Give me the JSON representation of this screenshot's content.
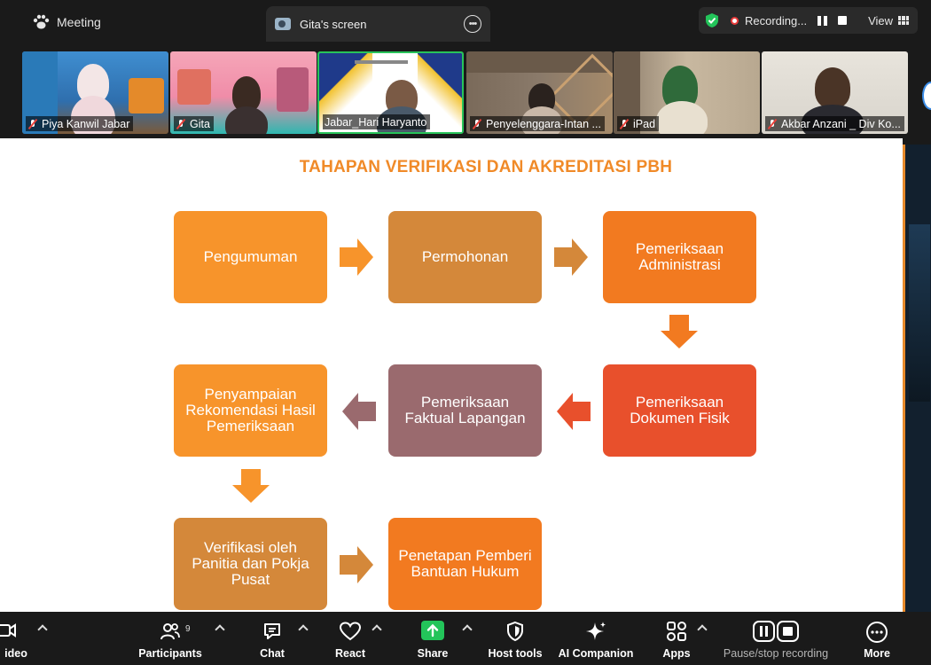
{
  "topbar": {
    "meeting_label": "Meeting",
    "screen_tab_label": "Gita's screen",
    "recording_label": "Recording...",
    "view_label": "View",
    "colors": {
      "security": "#23c45a",
      "recording": "#e83a3a"
    }
  },
  "participants_strip": [
    {
      "name": "Piya Kanwil Jabar",
      "muted": true
    },
    {
      "name": "Gita",
      "muted": true
    },
    {
      "name": "Jabar_Hari Haryanto",
      "muted": false,
      "active_speaker": true
    },
    {
      "name": "Penyelenggara-Intan ...",
      "muted": true
    },
    {
      "name": "iPad",
      "muted": true
    },
    {
      "name": "Akbar Anzani _ Div Ko...",
      "muted": true
    }
  ],
  "slide": {
    "title": "TAHAPAN VERIFIKASI DAN AKREDITASI PBH",
    "steps": [
      {
        "label": "Pengumuman",
        "color": "#f7942b"
      },
      {
        "label": "Permohonan",
        "color": "#d4883a"
      },
      {
        "label": "Pemeriksaan Administrasi",
        "color": "#f27a20"
      },
      {
        "label": "Pemeriksaan Dokumen Fisik",
        "color": "#e8502c"
      },
      {
        "label": "Pemeriksaan Faktual Lapangan",
        "color": "#9a6a6e"
      },
      {
        "label": "Penyampaian Rekomendasi Hasil Pemeriksaan",
        "color": "#f7942b"
      },
      {
        "label": "Verifikasi oleh Panitia dan Pokja Pusat",
        "color": "#d4883a"
      },
      {
        "label": "Penetapan Pemberi Bantuan Hukum",
        "color": "#f27a20"
      }
    ]
  },
  "toolbar": {
    "video_label": "ideo",
    "participants_label": "Participants",
    "participants_count": "9",
    "chat_label": "Chat",
    "react_label": "React",
    "share_label": "Share",
    "host_tools_label": "Host tools",
    "ai_companion_label": "AI Companion",
    "apps_label": "Apps",
    "pause_stop_label": "Pause/stop recording",
    "more_label": "More",
    "share_color": "#23c45a"
  }
}
